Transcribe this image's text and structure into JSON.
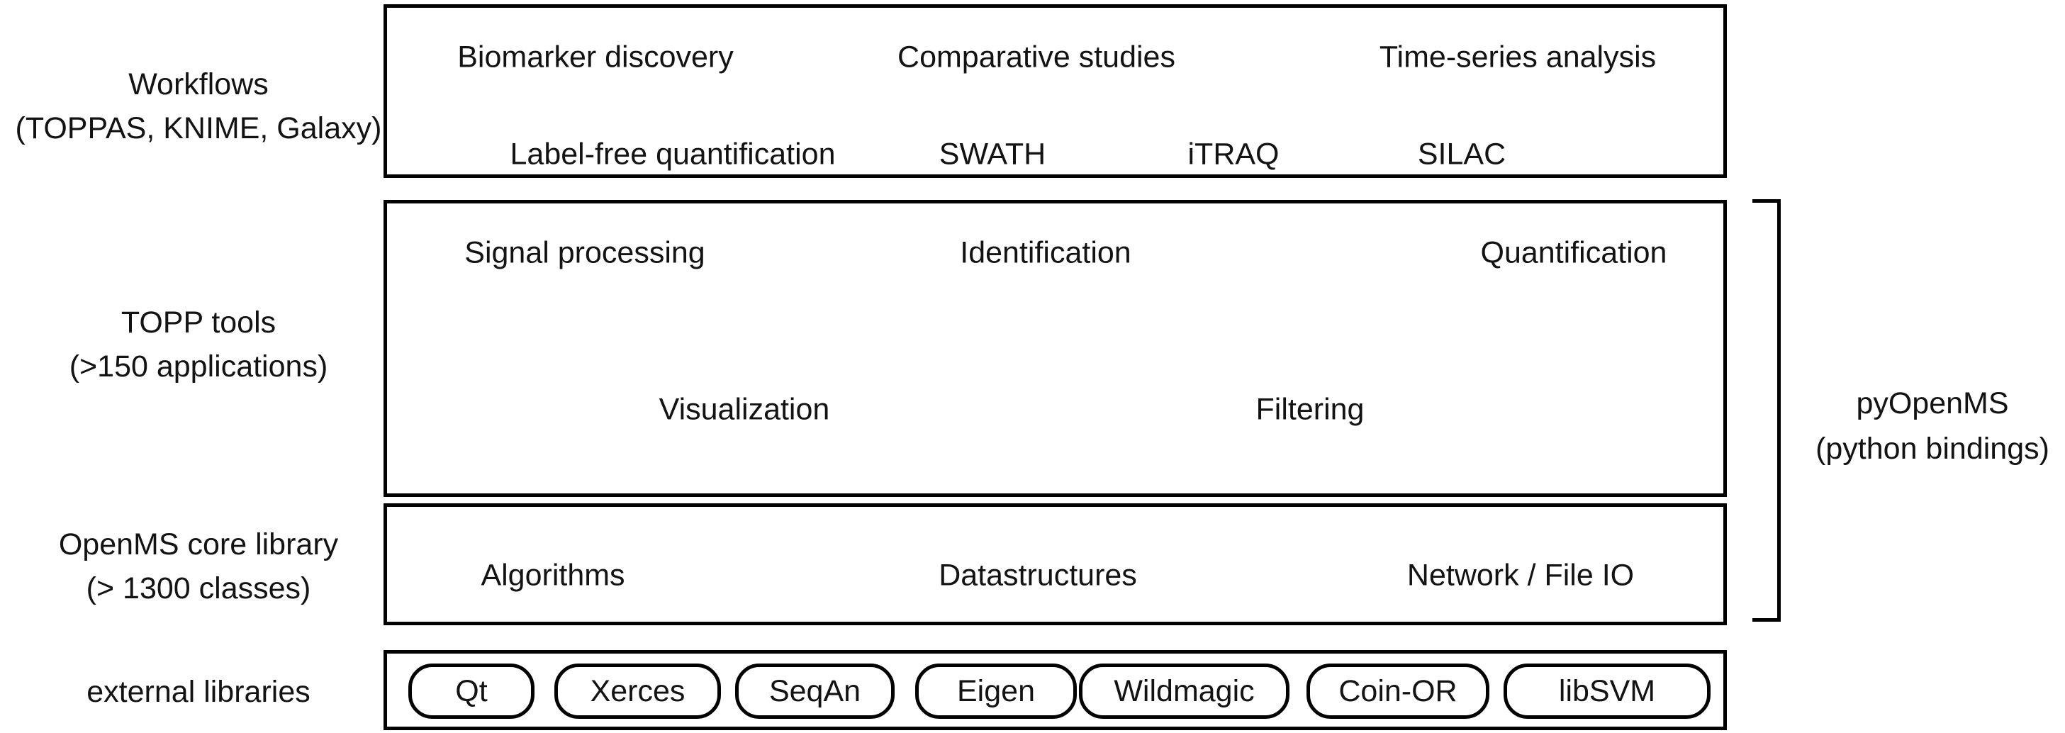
{
  "left_labels": {
    "workflows": {
      "line1": "Workflows",
      "line2": "(TOPPAS, KNIME, Galaxy)"
    },
    "topp": {
      "line1": "TOPP tools",
      "line2": "(>150 applications)"
    },
    "core": {
      "line1": "OpenMS core library",
      "line2": "(> 1300 classes)"
    },
    "external": {
      "line1": "external libraries"
    }
  },
  "workflows_box": {
    "row1": [
      "Biomarker discovery",
      "Comparative studies",
      "Time-series analysis"
    ],
    "row2": [
      "Label-free quantification",
      "SWATH",
      "iTRAQ",
      "SILAC"
    ]
  },
  "topp_box": {
    "row1": [
      "Signal processing",
      "Identification",
      "Quantification"
    ],
    "row2": [
      "Visualization",
      "Filtering"
    ]
  },
  "core_box": {
    "items": [
      "Algorithms",
      "Datastructures",
      "Network / File IO"
    ]
  },
  "external_box": {
    "libraries": [
      "Qt",
      "Xerces",
      "SeqAn",
      "Eigen",
      "Wildmagic",
      "Coin-OR",
      "libSVM"
    ]
  },
  "pyopenms": {
    "line1": "pyOpenMS",
    "line2": "(python bindings)"
  },
  "colors": {
    "line": "#000000",
    "text": "#131313",
    "background": "#ffffff"
  }
}
